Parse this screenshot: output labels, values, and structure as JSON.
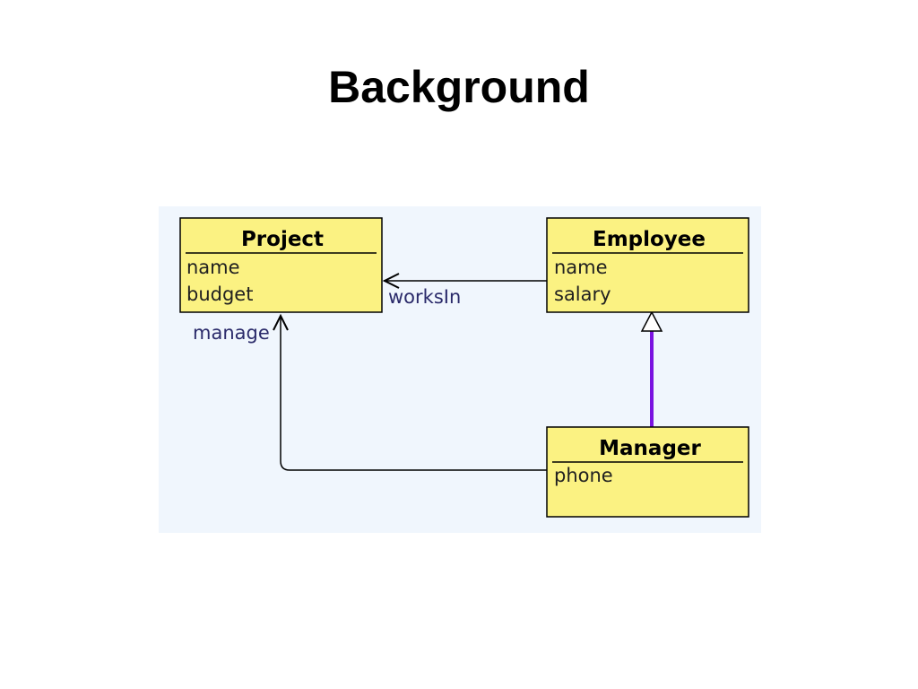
{
  "slide": {
    "title": "Background"
  },
  "diagram": {
    "classes": [
      {
        "id": "project",
        "name": "Project",
        "attributes": [
          "name",
          "budget"
        ]
      },
      {
        "id": "employee",
        "name": "Employee",
        "attributes": [
          "name",
          "salary"
        ]
      },
      {
        "id": "manager",
        "name": "Manager",
        "attributes": [
          "phone"
        ]
      }
    ],
    "associations": [
      {
        "label": "worksIn",
        "from": "Employee",
        "to": "Project"
      },
      {
        "label": "manage",
        "from": "Manager",
        "to": "Project"
      }
    ],
    "generalization": {
      "from": "Manager",
      "to": "Employee"
    }
  },
  "colors": {
    "canvas": "#f0f6fd",
    "class_fill": "#fbf282",
    "class_border": "#000000",
    "class_name_text": "#000000",
    "attribute_text": "#202020",
    "association_line": "#000000",
    "association_label": "#2a2a6a",
    "inheritance_line": "#7a12e0"
  }
}
